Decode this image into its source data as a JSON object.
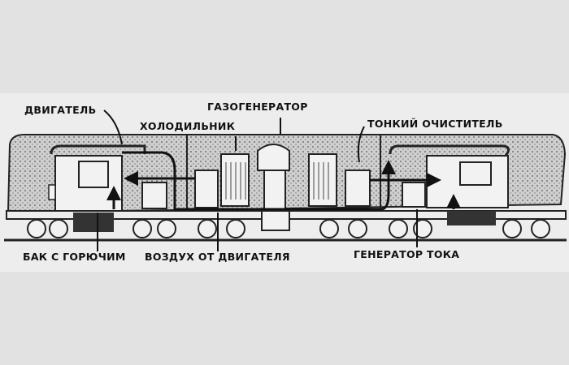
{
  "labels": {
    "engine": "ДВИГАТЕЛЬ",
    "cooler": "ХОЛОДИЛЬНИК",
    "gas_generator": "ГАЗОГЕНЕРАТОР",
    "fine_filter": "ТОНКИЙ ОЧИСТИТЕЛЬ",
    "fuel_tank": "БАК С ГОРЮЧИМ",
    "engine_air": "ВОЗДУХ ОТ ДВИГАТЕЛЯ",
    "current_generator": "ГЕНЕРАТОР ТОКА"
  }
}
